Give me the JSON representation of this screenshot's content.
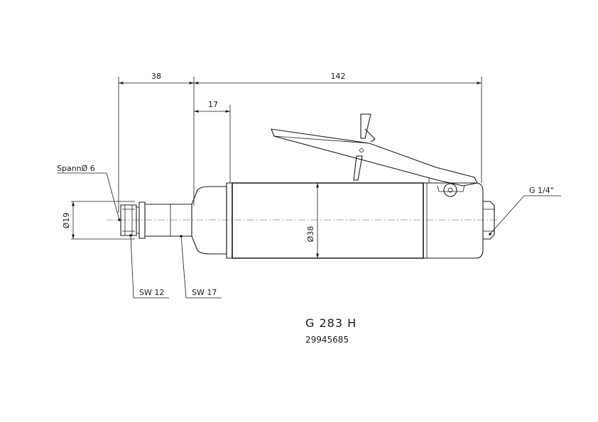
{
  "dimensions": {
    "dim_38": "38",
    "dim_142": "142",
    "dim_17": "17",
    "dia_19": "Ø19",
    "dia_38": "Ø38"
  },
  "callouts": {
    "collet": "SpannØ 6",
    "sw12": "SW 12",
    "sw17": "SW 17",
    "thread": "G 1/4\""
  },
  "title_block": {
    "model": "G 283 H",
    "part_number": "29945685"
  }
}
